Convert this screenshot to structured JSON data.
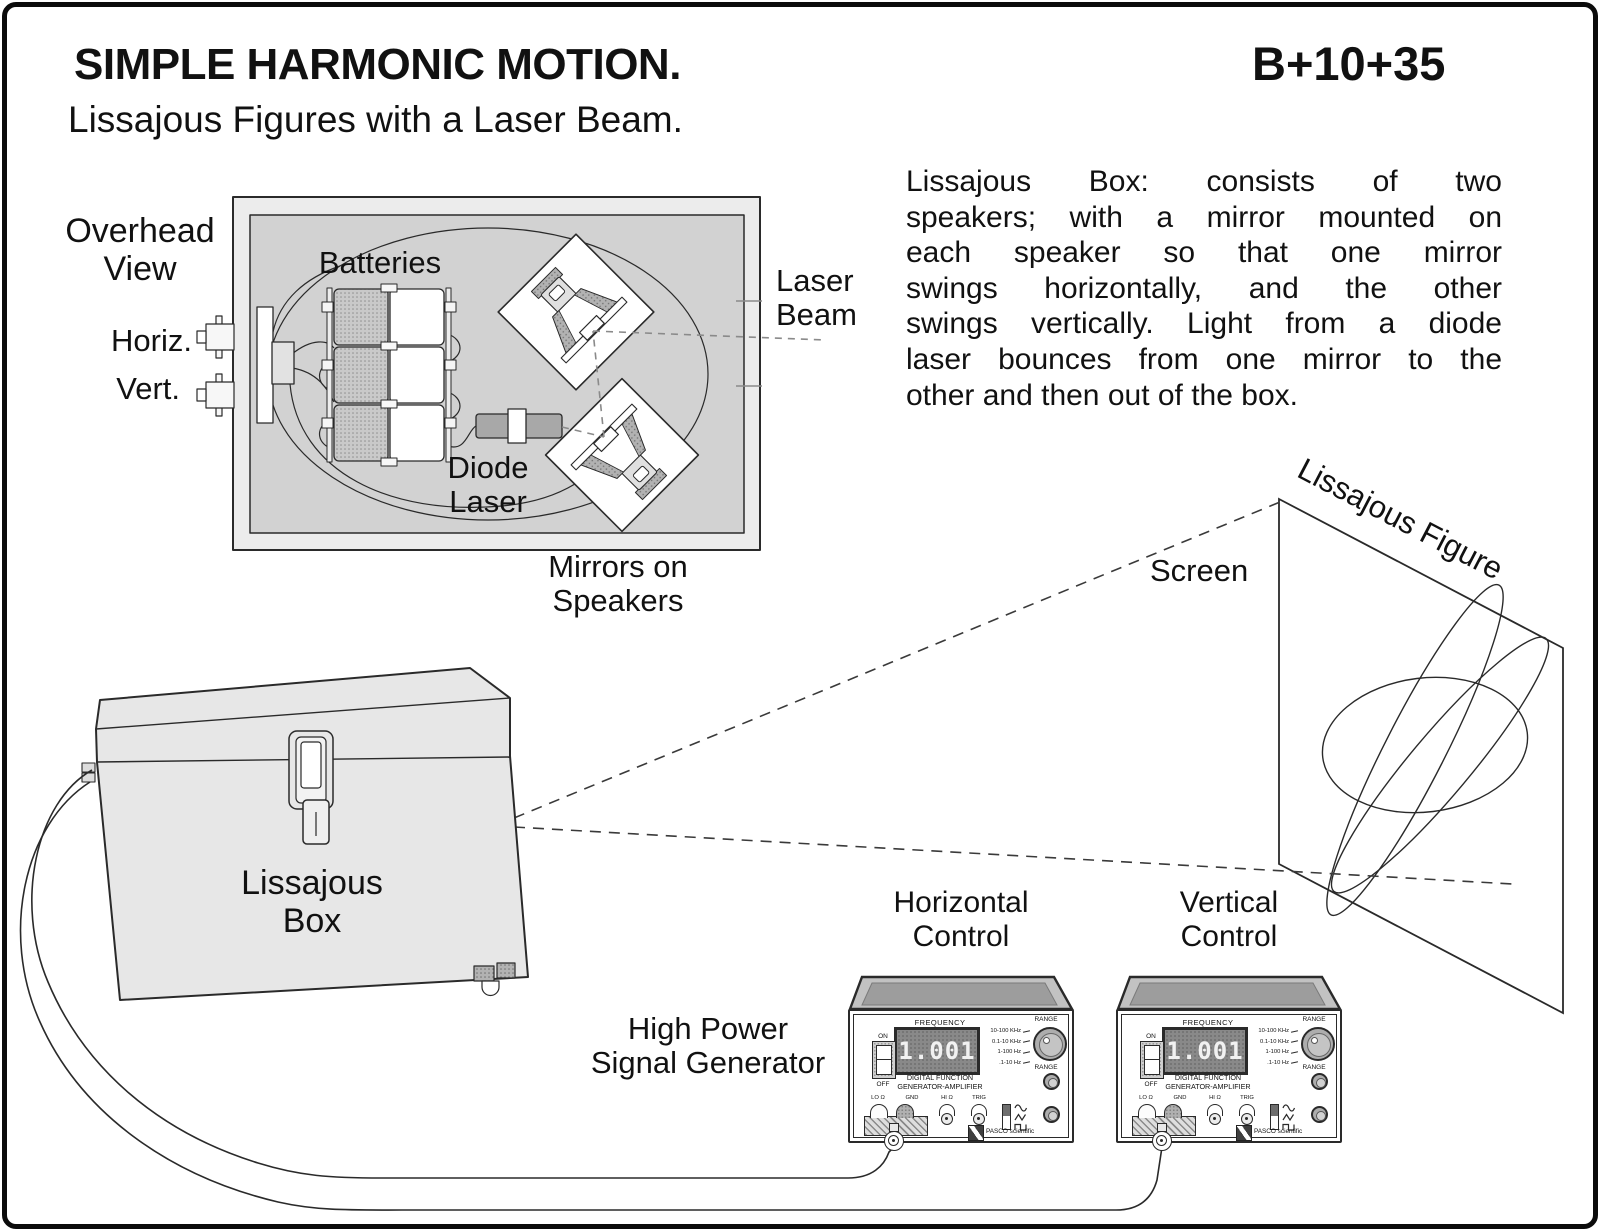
{
  "page": {
    "title": "SIMPLE HARMONIC MOTION.",
    "code": "B+10+35",
    "subtitle": "Lissajous Figures with a Laser Beam."
  },
  "description": {
    "lines": [
      "Lissajous Box: consists of two",
      "speakers; with a mirror mounted on",
      "each speaker so that one mirror",
      "swings horizontally, and the other",
      "swings vertically. Light from a diode",
      "laser bounces from one mirror to the",
      "other and then out of the box."
    ]
  },
  "overhead": {
    "label_line1": "Overhead",
    "label_line2": "View",
    "horiz": "Horiz.",
    "vert": "Vert.",
    "batteries": "Batteries",
    "diode_line1": "Diode",
    "diode_line2": "Laser",
    "beam_line1": "Laser",
    "beam_line2": "Beam",
    "mirrors_line1": "Mirrors on",
    "mirrors_line2": "Speakers"
  },
  "scene": {
    "box_line1": "Lissajous",
    "box_line2": "Box",
    "screen_label": "Screen",
    "figure_label": "Lissajous Figure",
    "caption_line1": "High Power",
    "caption_line2": "Signal Generator"
  },
  "generators": [
    {
      "title_line1": "Horizontal",
      "title_line2": "Control"
    },
    {
      "title_line1": "Vertical",
      "title_line2": "Control"
    }
  ],
  "panel": {
    "frequency_label": "FREQUENCY",
    "display_value": "1.001",
    "on_label": "ON",
    "off_label": "OFF",
    "range_label": "RANGE",
    "range_scale": [
      "10-100 KHz",
      "0.1-10 KHz",
      "1-100 Hz",
      ".1-10 Hz"
    ],
    "device_line1": "DIGITAL FUNCTION",
    "device_line2": "GENERATOR-AMPLIFIER",
    "jack_labels": [
      "LO Ω",
      "GND",
      "HI Ω",
      "TRIG"
    ],
    "waveform_icons": [
      "sine-wave",
      "triangle-wave",
      "square-wave"
    ],
    "brand": "PASCO scientific"
  },
  "colors": {
    "ink": "#2a2a2a",
    "outer_box_fill": "#ececec",
    "inner_box_fill": "#d2d2d2",
    "chest_fill": "#e7e7e7",
    "display_bg": "#898989",
    "display_text": "#f1f1f1"
  }
}
